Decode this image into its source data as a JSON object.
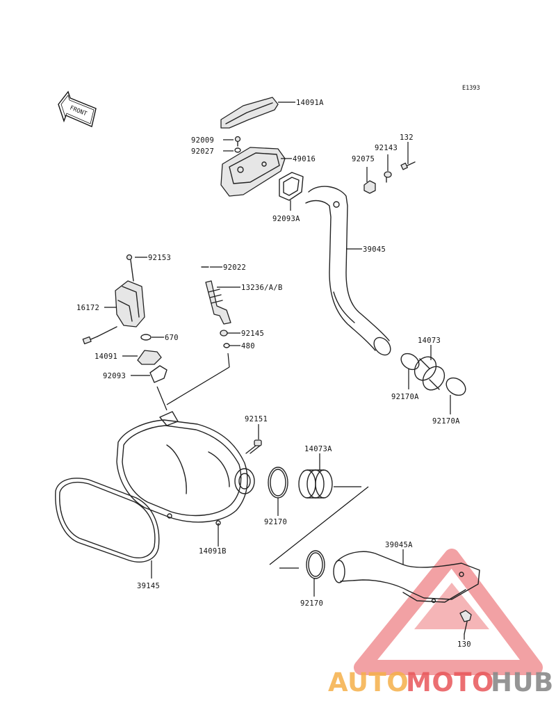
{
  "diagram_code": "E1393",
  "front_arrow_label": "FRONT",
  "parts": {
    "p14091A": "14091A",
    "p92009": "92009",
    "p92027": "92027",
    "p49016": "49016",
    "p92093A": "92093A",
    "p92075": "92075",
    "p92143": "92143",
    "p132": "132",
    "p39045": "39045",
    "p92153": "92153",
    "p92022": "92022",
    "p13236": "13236/A/B",
    "p16172": "16172",
    "p670": "670",
    "p92145": "92145",
    "p480": "480",
    "p14091": "14091",
    "p92093": "92093",
    "p14073": "14073",
    "p92170A_1": "92170A",
    "p92170A_2": "92170A",
    "p92151": "92151",
    "p14073A": "14073A",
    "p92170_1": "92170",
    "p14091B": "14091B",
    "p39145": "39145",
    "p39045A": "39045A",
    "p92170_2": "92170",
    "p130": "130"
  },
  "watermark": {
    "part1": "AUTO",
    "part2": "MOTO",
    "part3": "HUB",
    "color1": "#f5b04a",
    "color2": "#e8565a",
    "color3": "#8a8a8a",
    "triangle_color": "#e8565a"
  }
}
